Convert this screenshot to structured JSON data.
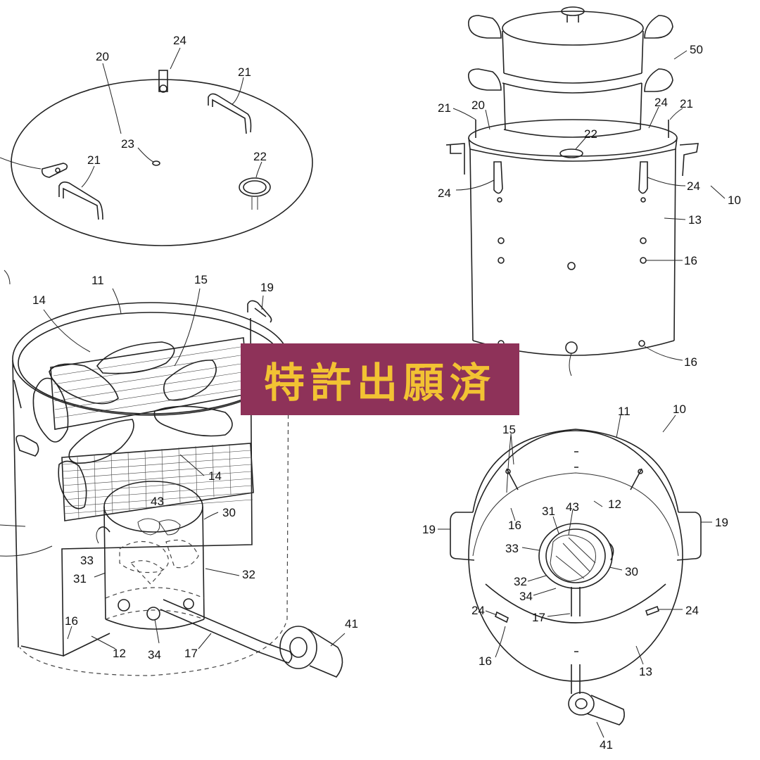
{
  "banner": {
    "text": "特許出願済",
    "bg": "#8e3259",
    "fg": "#f2c233"
  },
  "labels": {
    "lid": [
      "20",
      "24",
      "21",
      "23",
      "22",
      "21"
    ],
    "cutaway": [
      "11",
      "15",
      "19",
      "14",
      "14",
      "43",
      "30",
      "33",
      "32",
      "31",
      "16",
      "12",
      "34",
      "17",
      "41"
    ],
    "assembled": [
      "50",
      "21",
      "20",
      "24",
      "21",
      "22",
      "24",
      "24",
      "10",
      "13",
      "16",
      "16"
    ],
    "top_view": [
      "11",
      "10",
      "15",
      "12",
      "31",
      "43",
      "19",
      "19",
      "16",
      "33",
      "30",
      "32",
      "34",
      "24",
      "17",
      "24",
      "16",
      "13",
      "41"
    ]
  }
}
